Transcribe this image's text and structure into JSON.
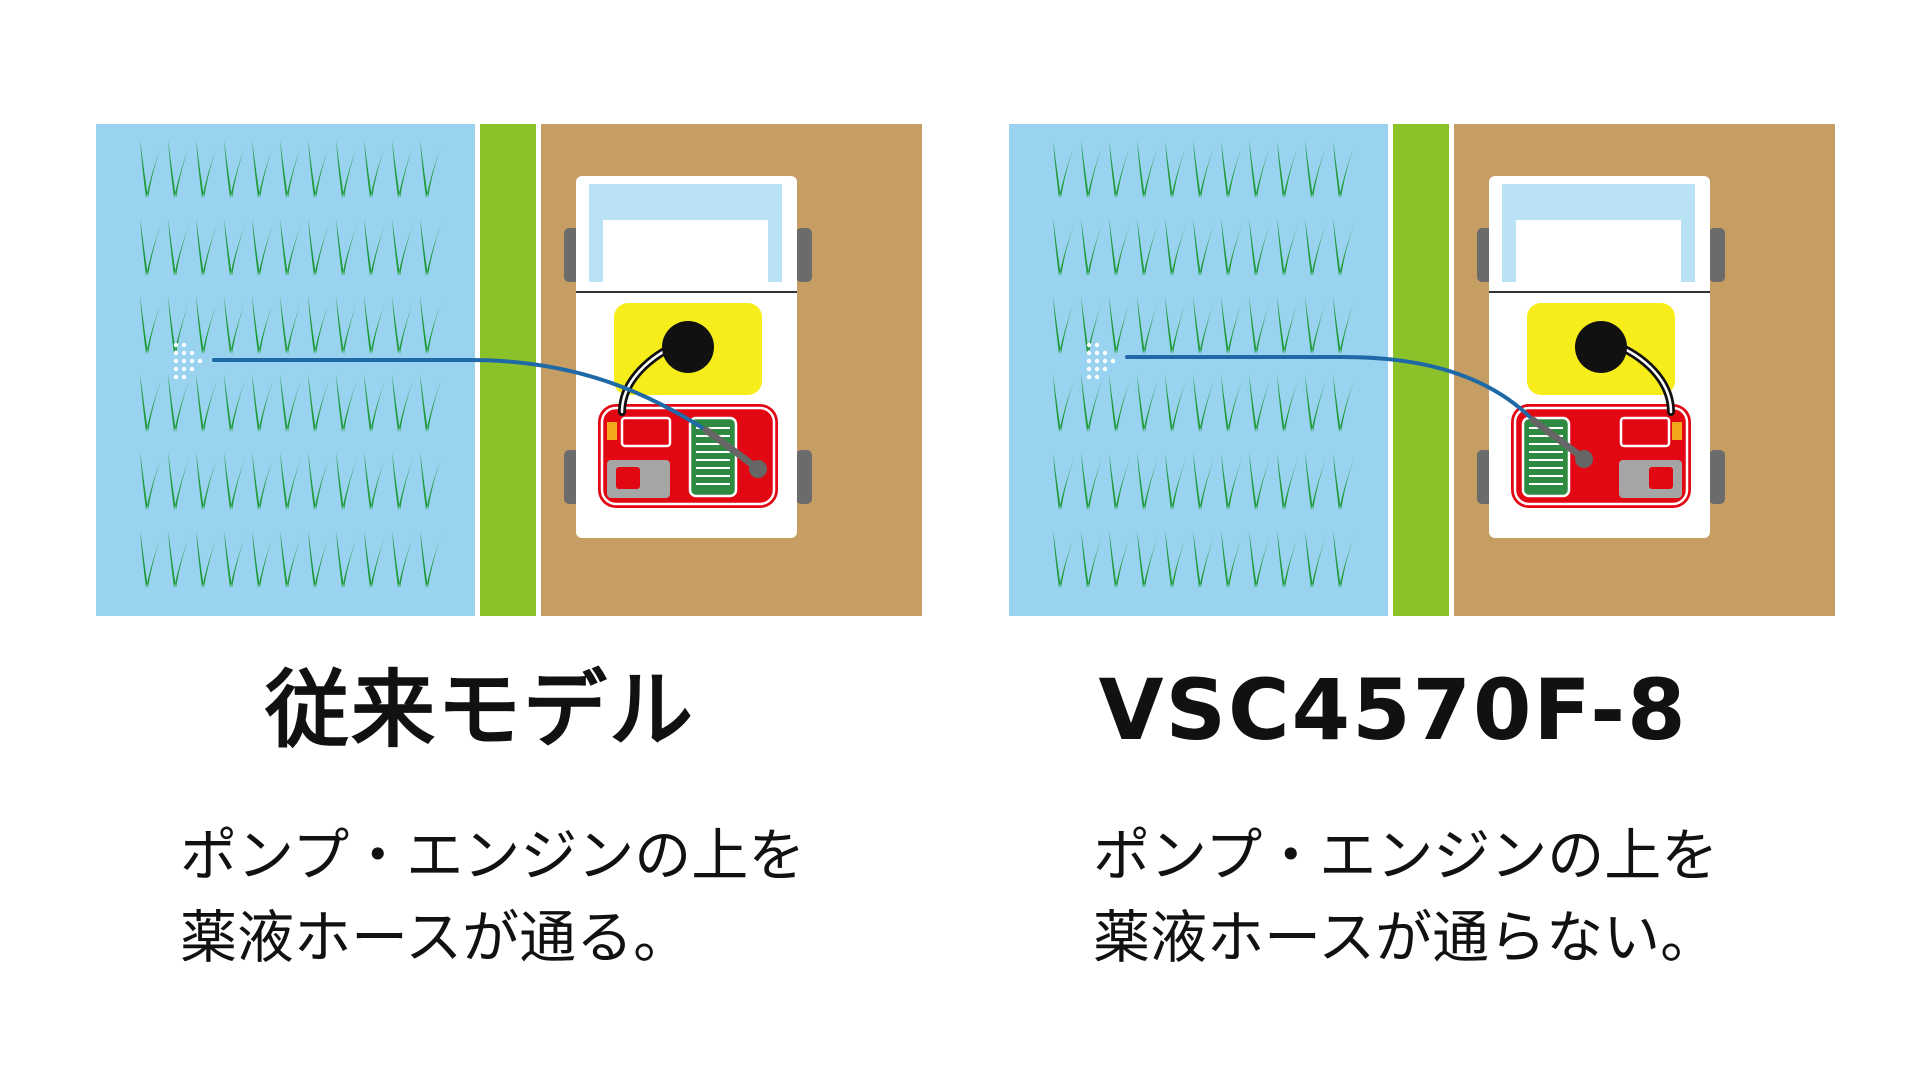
{
  "colors": {
    "paddy_water": "#9ad3f0",
    "rice_plant": "#1f9b3c",
    "levee_grass": "#8bc22a",
    "field_soil": "#c69d62",
    "truck_body": "#ffffff",
    "windshield": "#b9e2f6",
    "tank": "#f6ed1b",
    "pump_engine": "#e30613",
    "radiator_grille": "#2e8a41",
    "hose": "#1f6aa6",
    "tire": "#6b6b6b",
    "connector": "#f3a71a"
  },
  "comparison": [
    {
      "id": "conventional",
      "model_name": "従来モデル",
      "description_lines": [
        "ポンプ・エンジンの上を",
        "薬液ホースが通る。"
      ],
      "hose_passes_over_pump_engine": true
    },
    {
      "id": "vsc4570f-8",
      "model_name": "VSC4570F-8",
      "description_lines": [
        "ポンプ・エンジンの上を",
        "薬液ホースが通らない。"
      ],
      "hose_passes_over_pump_engine": false
    }
  ]
}
